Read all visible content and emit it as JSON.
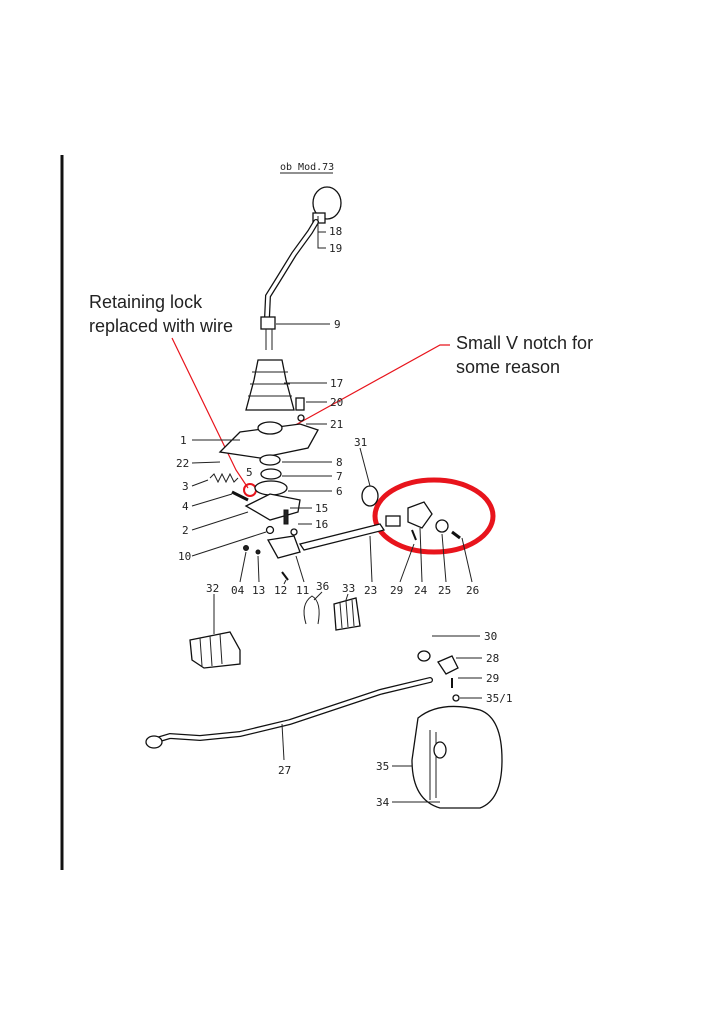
{
  "header": {
    "model_note": "ob Mod.73"
  },
  "annotations": {
    "retaining_lock": [
      "Retaining lock",
      "replaced with wire"
    ],
    "v_notch": [
      "Small V notch for",
      "some reason"
    ]
  },
  "highlight_colors": {
    "marker": "#e8141c",
    "ink": "#222222"
  },
  "parts": {
    "p18": "18",
    "p19": "19",
    "p9": "9",
    "p17": "17",
    "p20": "20",
    "p21": "21",
    "p1": "1",
    "p22": "22",
    "p31": "31",
    "p8": "8",
    "p7": "7",
    "p6": "6",
    "p5": "5",
    "p3": "3",
    "p4": "4",
    "p15": "15",
    "p16": "16",
    "p2": "2",
    "p10": "10",
    "p04": "04",
    "p13": "13",
    "p12": "12",
    "p11": "11",
    "p23": "23",
    "p29a": "29",
    "p24": "24",
    "p25": "25",
    "p26": "26",
    "p32": "32",
    "p36": "36",
    "p33": "33",
    "p30": "30",
    "p28": "28",
    "p29b": "29",
    "p35_1": "35/1",
    "p27": "27",
    "p35": "35",
    "p34": "34"
  }
}
